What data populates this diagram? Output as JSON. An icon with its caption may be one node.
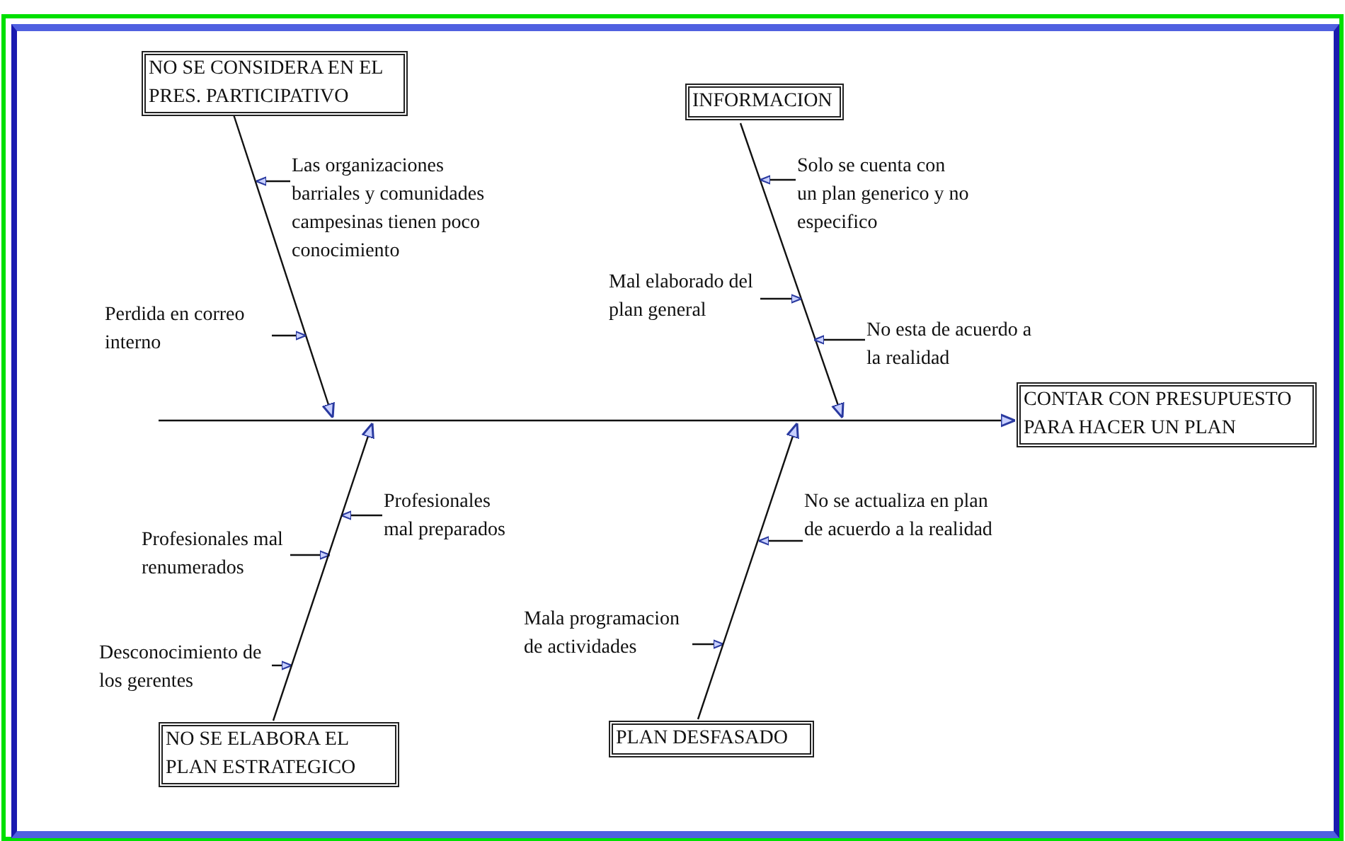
{
  "diagram": {
    "nodes": [
      {
        "text": [
          "NO SE CONSIDERA EN EL PRES. PARTICIPATIVO"
        ]
      },
      {
        "text": [
          "Las organizaciones barriales y comunidades campesinas tienen poco conocimiento"
        ]
      },
      {
        "text": [
          "Perdida en correo interno"
        ]
      },
      {
        "text": [
          "INFORMACION"
        ]
      },
      {
        "text": [
          "Solo se cuenta con un plan generico y no especifico"
        ]
      },
      {
        "text": [
          "Mal elaborado del plan general"
        ]
      },
      {
        "text": [
          "No esta de acuerdo a la realidad"
        ]
      },
      {
        "text": [
          "CONTAR CON PRESUPUESTO PARA HACER UN PLAN"
        ]
      },
      {
        "text": [
          "Profesionales mal preparados"
        ]
      },
      {
        "text": [
          "Profesionales mal renumerados"
        ]
      },
      {
        "text": [
          "Desconocimiento de los gerentes"
        ]
      },
      {
        "text": [
          "No se actualiza en plan de acuerdo a la realidad"
        ]
      },
      {
        "text": [
          "Mala programacion de actividades"
        ]
      },
      {
        "text": [
          "NO SE ELABORA EL PLAN ESTRATEGICO"
        ]
      },
      {
        "text": [
          "PLAN DESFASADO"
        ]
      }
    ],
    "edges": [
      {
        "from": null,
        "to": 7,
        "arrow": "to"
      },
      {
        "from": 0,
        "to": null,
        "arrow": "to"
      },
      {
        "from": 1,
        "to": null,
        "arrow": "to"
      },
      {
        "from": 2,
        "to": null,
        "arrow": "to"
      },
      {
        "from": 3,
        "to": null,
        "arrow": "to"
      },
      {
        "from": 4,
        "to": null,
        "arrow": "to"
      },
      {
        "from": 5,
        "to": null,
        "arrow": "to"
      },
      {
        "from": 6,
        "to": null,
        "arrow": "to"
      },
      {
        "from": 8,
        "to": null,
        "arrow": "to"
      },
      {
        "from": 9,
        "to": null,
        "arrow": "to"
      },
      {
        "from": 10,
        "to": null,
        "arrow": "to"
      },
      {
        "from": 11,
        "to": null,
        "arrow": "to"
      },
      {
        "from": 12,
        "to": null,
        "arrow": "to"
      },
      {
        "from": 13,
        "to": null,
        "arrow": "to"
      },
      {
        "from": 14,
        "to": null,
        "arrow": "to"
      }
    ]
  }
}
